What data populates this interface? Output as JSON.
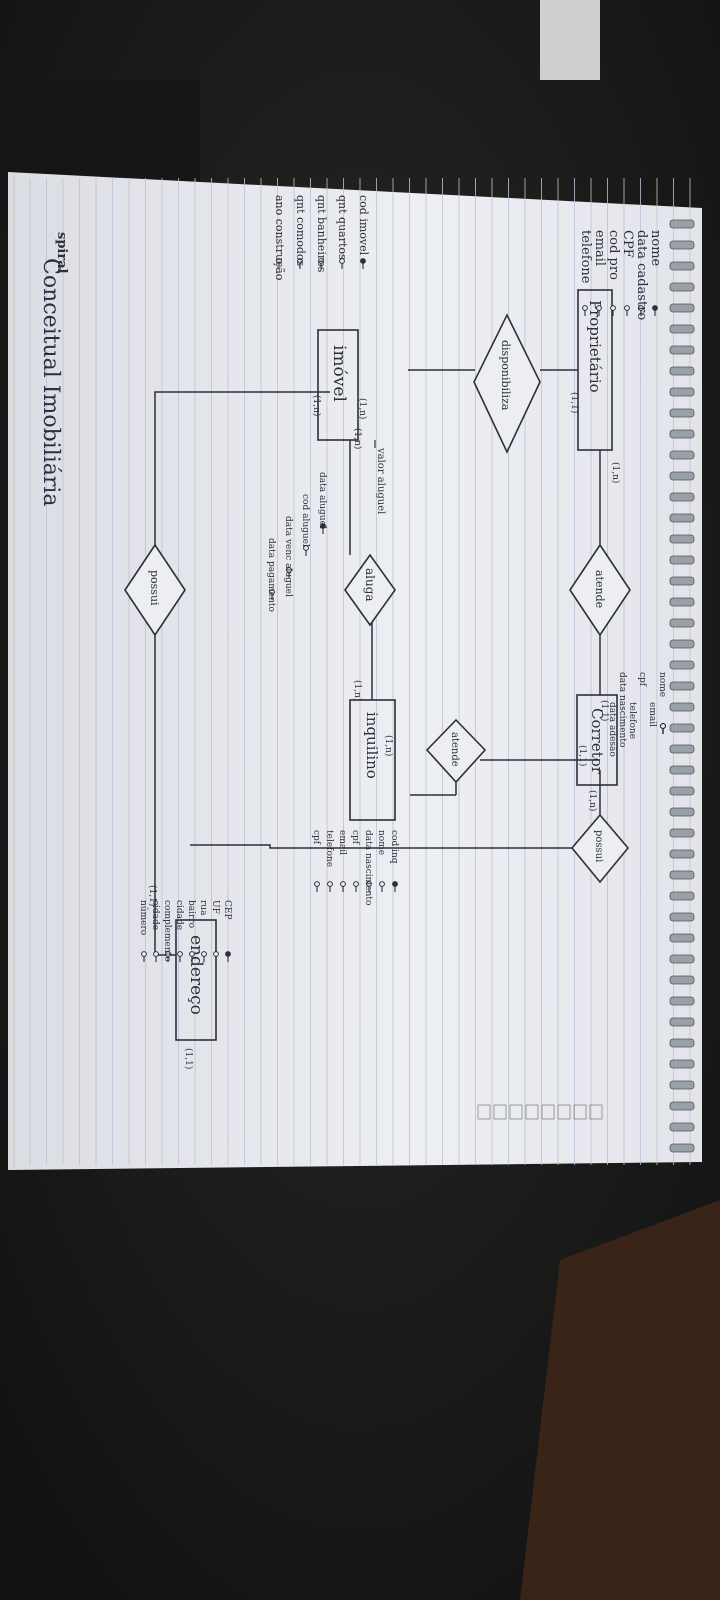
{
  "diagram": {
    "title": "Conceitual Imobiliária",
    "brand": "spiral",
    "entities": {
      "proprietario": "Proprietário",
      "imovel": "imóvel",
      "corretor": "Corretor",
      "inquilino": "inquilino",
      "endereco": "endereço"
    },
    "relationships": {
      "disponibiliza": "disponibiliza",
      "atende1": "atende",
      "atende2": "atende",
      "aluga": "aluga",
      "possui1": "possui",
      "possui2": "possui"
    },
    "attributes": {
      "proprietario": [
        "nome",
        "data cadastro",
        "CPF",
        "cod pro",
        "email",
        "telefone"
      ],
      "imovel": [
        "cod imovel",
        "qnt quartos",
        "qnt banheiros",
        "qnt comodos",
        "ano construção"
      ],
      "imovel_extra": [
        "valor aluguel"
      ],
      "aluga": [
        "data aluguel",
        "cod aluguel",
        "data venc aluguel",
        "data pagamento"
      ],
      "corretor": [
        "nome",
        "email",
        "cpf",
        "telefone",
        "data nascimento",
        "data adesão"
      ],
      "inquilino": [
        "cod inq",
        "nome",
        "data nascimento",
        "cpf",
        "email",
        "telefone",
        "cpf"
      ],
      "endereco": [
        "CEP",
        "UF",
        "rua",
        "bairro",
        "cidade",
        "complemento",
        "cidade",
        "número"
      ]
    },
    "cardinalities": {
      "prop_atende": "(1,n)",
      "prop_disponibiliza": "(1,1)",
      "imovel_disponibiliza": "(1,n)",
      "imovel_aluga": "(1,n)",
      "imovel_possui": "(1,n)",
      "corretor_atende1": "(1,1)",
      "corretor_atende2": "(1,1)",
      "corretor_possui": "(1,n)",
      "inquilino_aluga": "(1,n)",
      "inquilino_atende": "(1,n)",
      "endereco_possui1": "(1,1)",
      "endereco_possui2": "(1,1)"
    }
  }
}
